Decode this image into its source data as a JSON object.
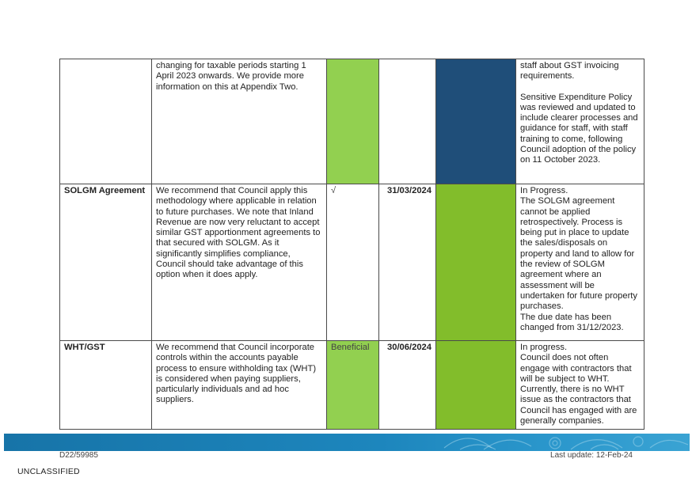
{
  "rows": [
    {
      "label": "",
      "recommendation": "changing for taxable periods starting 1 April 2023 onwards. We provide more information on this at Appendix Two.",
      "priority": "",
      "due_date": "",
      "status_paragraphs": [
        "staff about GST invoicing requirements.",
        "Sensitive Expenditure Policy was reviewed and updated to include clearer processes and guidance for staff, with staff training to come, following Council adoption of the policy on 11 October 2023."
      ],
      "priority_color": "#92d050",
      "status_color": "#1f4e79"
    },
    {
      "label": "SOLGM Agreement",
      "recommendation": "We recommend that Council apply this methodology where applicable in relation to future purchases. We note that Inland Revenue are now very reluctant to accept similar GST apportionment agreements to that secured with SOLGM. As it significantly simplifies compliance, Council should take advantage of this option when it does apply.",
      "priority": "√",
      "due_date": "31/03/2024",
      "status_lines": [
        "In Progress.",
        "The SOLGM agreement cannot be applied retrospectively. Process is being put in place to update the sales/disposals on property and land to allow for the review of SOLGM agreement where an assessment will be undertaken for future property purchases.",
        "The due date has been changed from 31/12/2023."
      ],
      "priority_color": "#ffffff",
      "status_color": "#82bd2b"
    },
    {
      "label": "WHT/GST",
      "recommendation": "We recommend that Council incorporate controls within the accounts payable process to ensure withholding tax (WHT) is considered when paying suppliers, particularly individuals and ad hoc suppliers.",
      "priority": "Beneficial",
      "due_date": "30/06/2024",
      "status_lines": [
        "In progress.",
        "Council does not often engage with contractors that will be subject to WHT. Currently, there is no WHT issue as the contractors that Council has engaged with are generally companies."
      ],
      "priority_color": "#92d050",
      "status_color": "#82bd2b"
    }
  ],
  "footer": {
    "document_ref": "D22/59985",
    "last_update": "Last update: 12-Feb-24",
    "classification": "UNCLASSIFIED"
  },
  "colors": {
    "banner": "#1d86bd",
    "green_light": "#92d050",
    "green_mid": "#82bd2b",
    "navy": "#1f4e79"
  }
}
